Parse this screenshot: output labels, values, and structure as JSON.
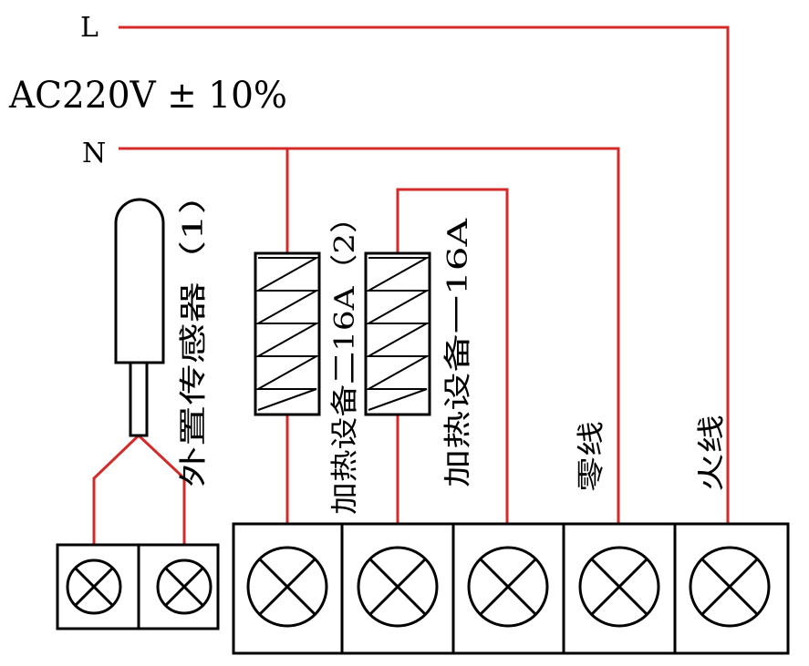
{
  "supply": {
    "live_label": "L",
    "neutral_label": "N",
    "voltage_label": "AC220V ± 10%"
  },
  "labels": {
    "external_sensor": "外置传感器（1）",
    "heater_2": "加热设备二16A（2）",
    "heater_1": "加热设备一16A",
    "neutral_wire": "零线",
    "live_wire": "火线"
  },
  "colors": {
    "wire": "#d42a2a",
    "outline": "#000000",
    "background": "#ffffff"
  },
  "icons": {
    "terminal_screw": "circle-x-icon",
    "heater": "zigzag-resistor-icon",
    "sensor": "temperature-probe-icon"
  }
}
